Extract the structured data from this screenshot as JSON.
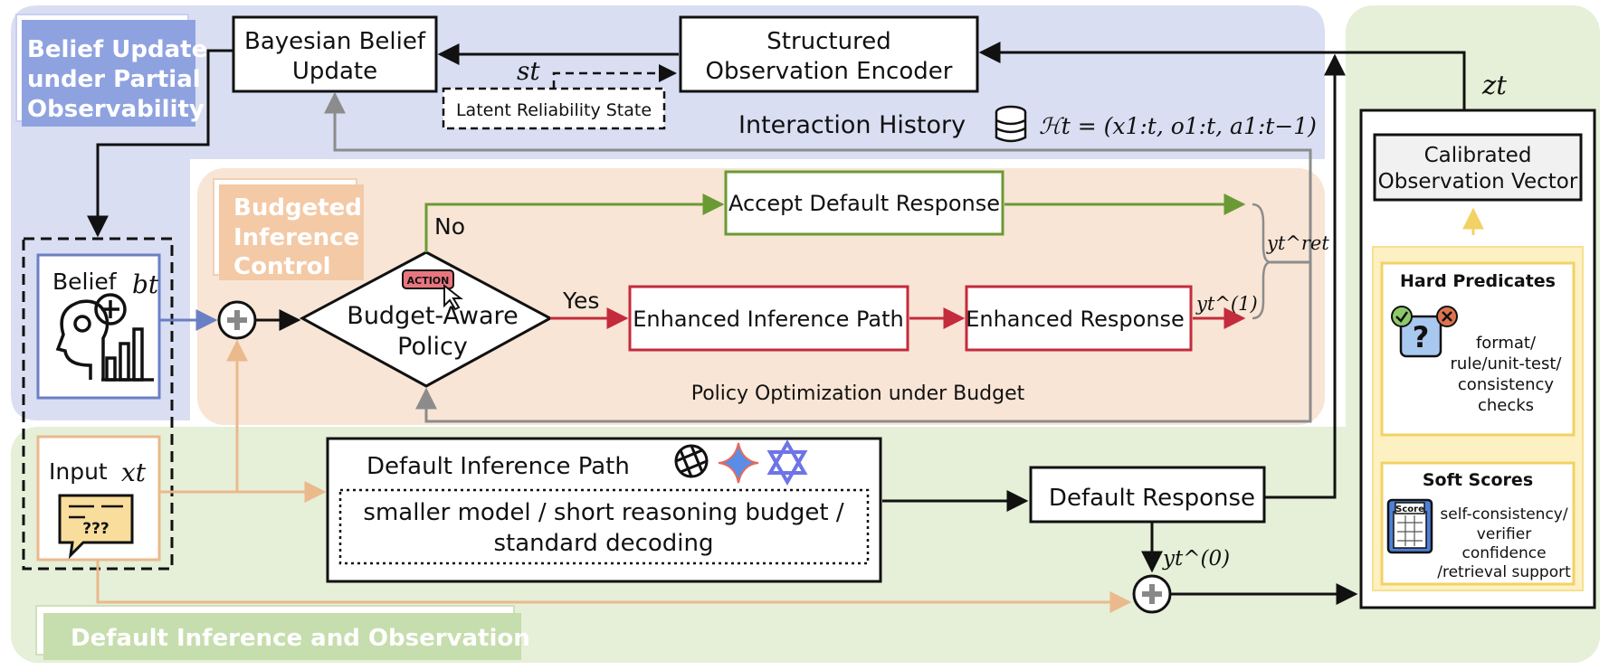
{
  "sections": {
    "belief_update": [
      "Belief Update",
      "under Partial",
      "Observability"
    ],
    "budgeted_control": [
      "Budgeted",
      "Inference",
      "Control"
    ],
    "default_inference": "Default Inference and Observation"
  },
  "nodes": {
    "bayesian_update": [
      "Bayesian Belief",
      "Update"
    ],
    "structured_encoder": [
      "Structured",
      "Observation Encoder"
    ],
    "latent_state": "Latent Reliability State",
    "interaction_history": "Interaction History",
    "history_formula": "ℋt = (x1:t, o1:t, a1:t−1)",
    "belief": "Belief",
    "belief_var": "bt",
    "input": "Input",
    "input_var": "xt",
    "input_glyph": "???",
    "policy": [
      "Budget-Aware",
      "Policy"
    ],
    "action_badge": "ACTION",
    "accept_default": "Accept Default Response",
    "enhanced_path": "Enhanced Inference Path",
    "enhanced_response": "Enhanced Response",
    "policy_optimization": "Policy Optimization under Budget",
    "default_path_title": "Default Inference Path",
    "default_path_detail": [
      "smaller model / short reasoning budget /",
      "standard decoding"
    ],
    "default_response": "Default Response",
    "calibrated_vector": [
      "Calibrated",
      "Observation Vector"
    ],
    "hard_predicates": "Hard Predicates",
    "hard_detail": [
      "format/",
      "rule/unit-test/",
      "consistency",
      "checks"
    ],
    "soft_scores": "Soft Scores",
    "soft_detail": [
      "self-consistency/",
      "verifier",
      "confidence",
      "/retrieval support"
    ],
    "score_icon": "Score"
  },
  "edge_labels": {
    "no": "No",
    "yes": "Yes",
    "s_t": "st",
    "z_t": "zt",
    "y_ret": "yt^ret",
    "y_1": "yt^(1)",
    "y_0": "yt^(0)"
  },
  "colors": {
    "blue_region": "#d9def2",
    "orange_region": "#f8e5d5",
    "green_region": "#e6efd8",
    "blue_arrow": "#6b7fc4",
    "orange_arrow": "#eab98c",
    "green_arrow": "#6a9a34",
    "red_arrow": "#c42b3c",
    "gray_arrow": "#8c8c8c"
  },
  "icons": [
    "head-gear-icon",
    "bar-chart-icon",
    "plus-circle-icon",
    "chat-bubble-icon",
    "cursor-icon",
    "database-icon",
    "openai-icon",
    "gemini-icon",
    "qwen-icon",
    "check-cross-question-icon",
    "score-clipboard-icon"
  ]
}
